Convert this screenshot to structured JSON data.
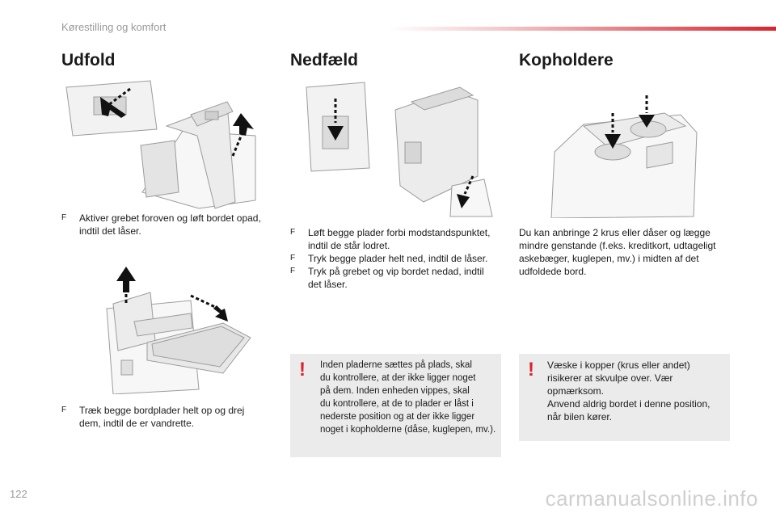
{
  "header": {
    "section": "Kørestilling og komfort"
  },
  "page_number": "122",
  "watermark": "carmanualsonline.info",
  "columns": {
    "udfold": {
      "title": "Udfold",
      "step1": [
        "Aktiver grebet foroven og løft bordet opad,",
        "indtil det låser."
      ],
      "step2": [
        "Træk begge bordplader helt op og drej",
        "dem, indtil de er vandrette."
      ]
    },
    "nedfaeld": {
      "title": "Nedfæld",
      "steps": [
        [
          "Løft begge plader forbi modstandspunktet,",
          "indtil de står lodret."
        ],
        [
          "Tryk begge plader helt ned, indtil de låser."
        ],
        [
          "Tryk på grebet og vip bordet nedad, indtil",
          "det låser."
        ]
      ],
      "warning": {
        "mark": "!",
        "lines": [
          "Inden pladerne sættes på plads, skal",
          "du kontrollere, at der ikke ligger noget",
          "på dem. Inden enheden vippes, skal",
          "du kontrollere, at de to plader er låst i",
          "nederste position og at der ikke ligger",
          "noget i kopholderne (dåse, kuglepen, mv.)."
        ]
      }
    },
    "kopholdere": {
      "title": "Kopholdere",
      "text": [
        "Du kan anbringe 2 krus eller dåser og lægge",
        "mindre genstande (f.eks. kreditkort, udtageligt",
        "askebæger, kuglepen, mv.) i midten af det",
        "udfoldede bord."
      ],
      "warning": {
        "mark": "!",
        "lines": [
          "Væske i kopper (krus eller andet)",
          "risikerer at skvulpe over. Vær",
          "opmærksom.",
          "Anvend aldrig bordet i denne position,",
          "når bilen kører."
        ]
      }
    }
  },
  "bullet_glyph": "F",
  "colors": {
    "accent": "#d9232e",
    "warning_bg": "#ebebeb",
    "header_gray": "#9a9a9a"
  }
}
